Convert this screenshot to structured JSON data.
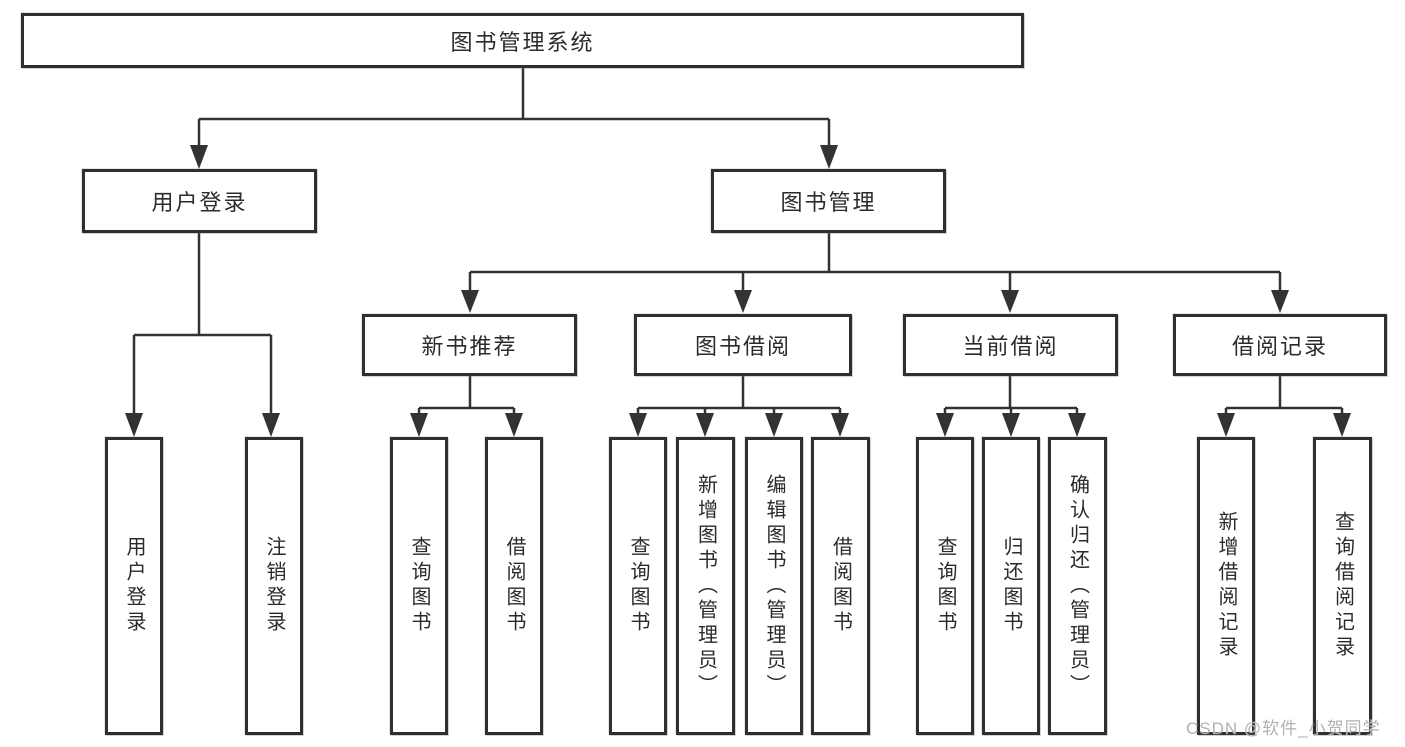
{
  "tree": {
    "root": "图书管理系统",
    "branches": [
      {
        "label": "用户登录",
        "children": [
          "用户登录",
          "注销登录"
        ]
      },
      {
        "label": "图书管理",
        "groups": [
          {
            "label": "新书推荐",
            "children": [
              "查询图书",
              "借阅图书"
            ]
          },
          {
            "label": "图书借阅",
            "children": [
              "查询图书",
              "新增图书（管理员）",
              "编辑图书（管理员）",
              "借阅图书"
            ]
          },
          {
            "label": "当前借阅",
            "children": [
              "查询图书",
              "归还图书",
              "确认归还（管理员）"
            ]
          },
          {
            "label": "借阅记录",
            "children": [
              "新增借阅记录",
              "查询借阅记录"
            ]
          }
        ]
      }
    ]
  },
  "watermark": {
    "text": "CSDN @软件_小贺同学"
  },
  "colors": {
    "line": "#333333",
    "box_border": "#2f2f2f",
    "text": "#2b2b2b",
    "watermark": "#aeb1b6",
    "background": "#ffffff"
  }
}
